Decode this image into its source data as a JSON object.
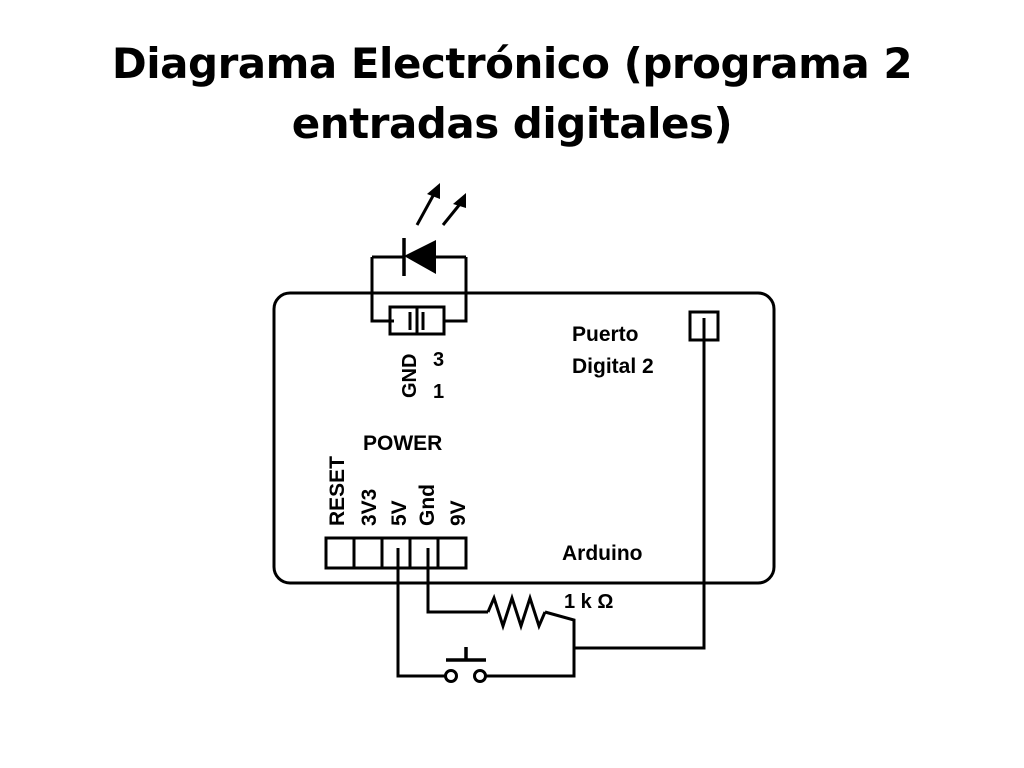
{
  "title": {
    "line1": "Diagrama Electrónico (programa 2",
    "line2": "entradas digitales)"
  },
  "diagram": {
    "board_label": "Arduino",
    "port_label_line1": "Puerto",
    "port_label_line2": "Digital 2",
    "header_pin_gnd": "GND",
    "header_pin_3": "3",
    "header_pin_1": "1",
    "power_label": "POWER",
    "power_pins": {
      "reset": "RESET",
      "v3v3": "3V3",
      "v5": "5V",
      "gnd": "Gnd",
      "v9": "9V"
    },
    "resistor_label": "1 k Ω",
    "colors": {
      "ink": "#000000",
      "background": "#ffffff"
    }
  }
}
